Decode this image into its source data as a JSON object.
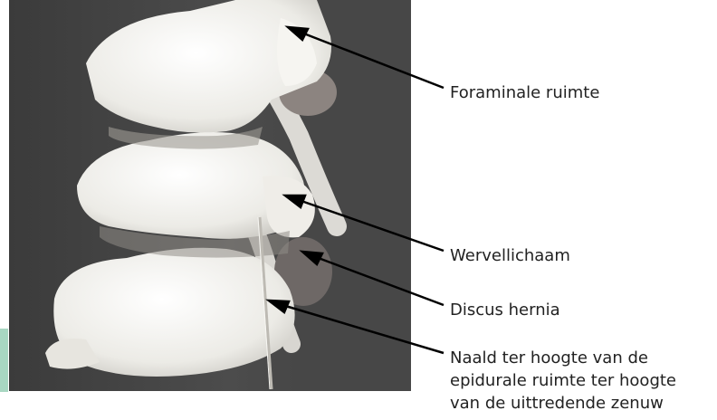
{
  "figure": {
    "accent_color": "#a8d7c2",
    "photo_background": "#4a4a4a",
    "bone_color": "#f1efea",
    "disc_color": "#7a7370",
    "line_color": "#000000"
  },
  "labels": [
    {
      "text": "Foraminale ruimte"
    },
    {
      "text": "Wervellichaam"
    },
    {
      "text": "Discus hernia"
    },
    {
      "lines": [
        "Naald ter hoogte van de",
        "epidurale ruimte ter hoogte",
        "van de uittredende zenuw"
      ]
    }
  ]
}
